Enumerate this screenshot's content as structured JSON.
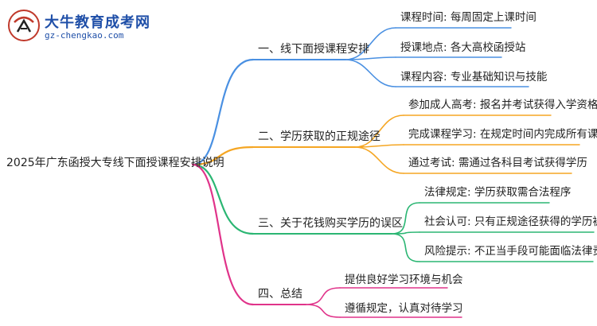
{
  "logo": {
    "title": "大牛教育成考网",
    "url": "gz-chengkao.com"
  },
  "root": {
    "label": "2025年广东函授大专线下面授课程安排说明"
  },
  "branches": [
    {
      "label": "一、线下面授课程安排",
      "color": "#4a90e2",
      "children": [
        "课程时间: 每周固定上课时间",
        "授课地点: 各大高校函授站",
        "课程内容: 专业基础知识与技能"
      ]
    },
    {
      "label": "二、学历获取的正规途径",
      "color": "#f5a623",
      "children": [
        "参加成人高考: 报名并考试获得入学资格",
        "完成课程学习: 在规定时间内完成所有课程",
        "通过考试: 需通过各科目考试获得学历"
      ]
    },
    {
      "label": "三、关于花钱购买学历的误区",
      "color": "#2bb673",
      "children": [
        "法律规定: 学历获取需合法程序",
        "社会认可: 只有正规途径获得的学历被认可",
        "风险提示: 不正当手段可能面临法律责任"
      ]
    },
    {
      "label": "四、总结",
      "color": "#e0338a",
      "children": [
        "提供良好学习环境与机会",
        "遵循规定，认真对待学习"
      ]
    }
  ]
}
